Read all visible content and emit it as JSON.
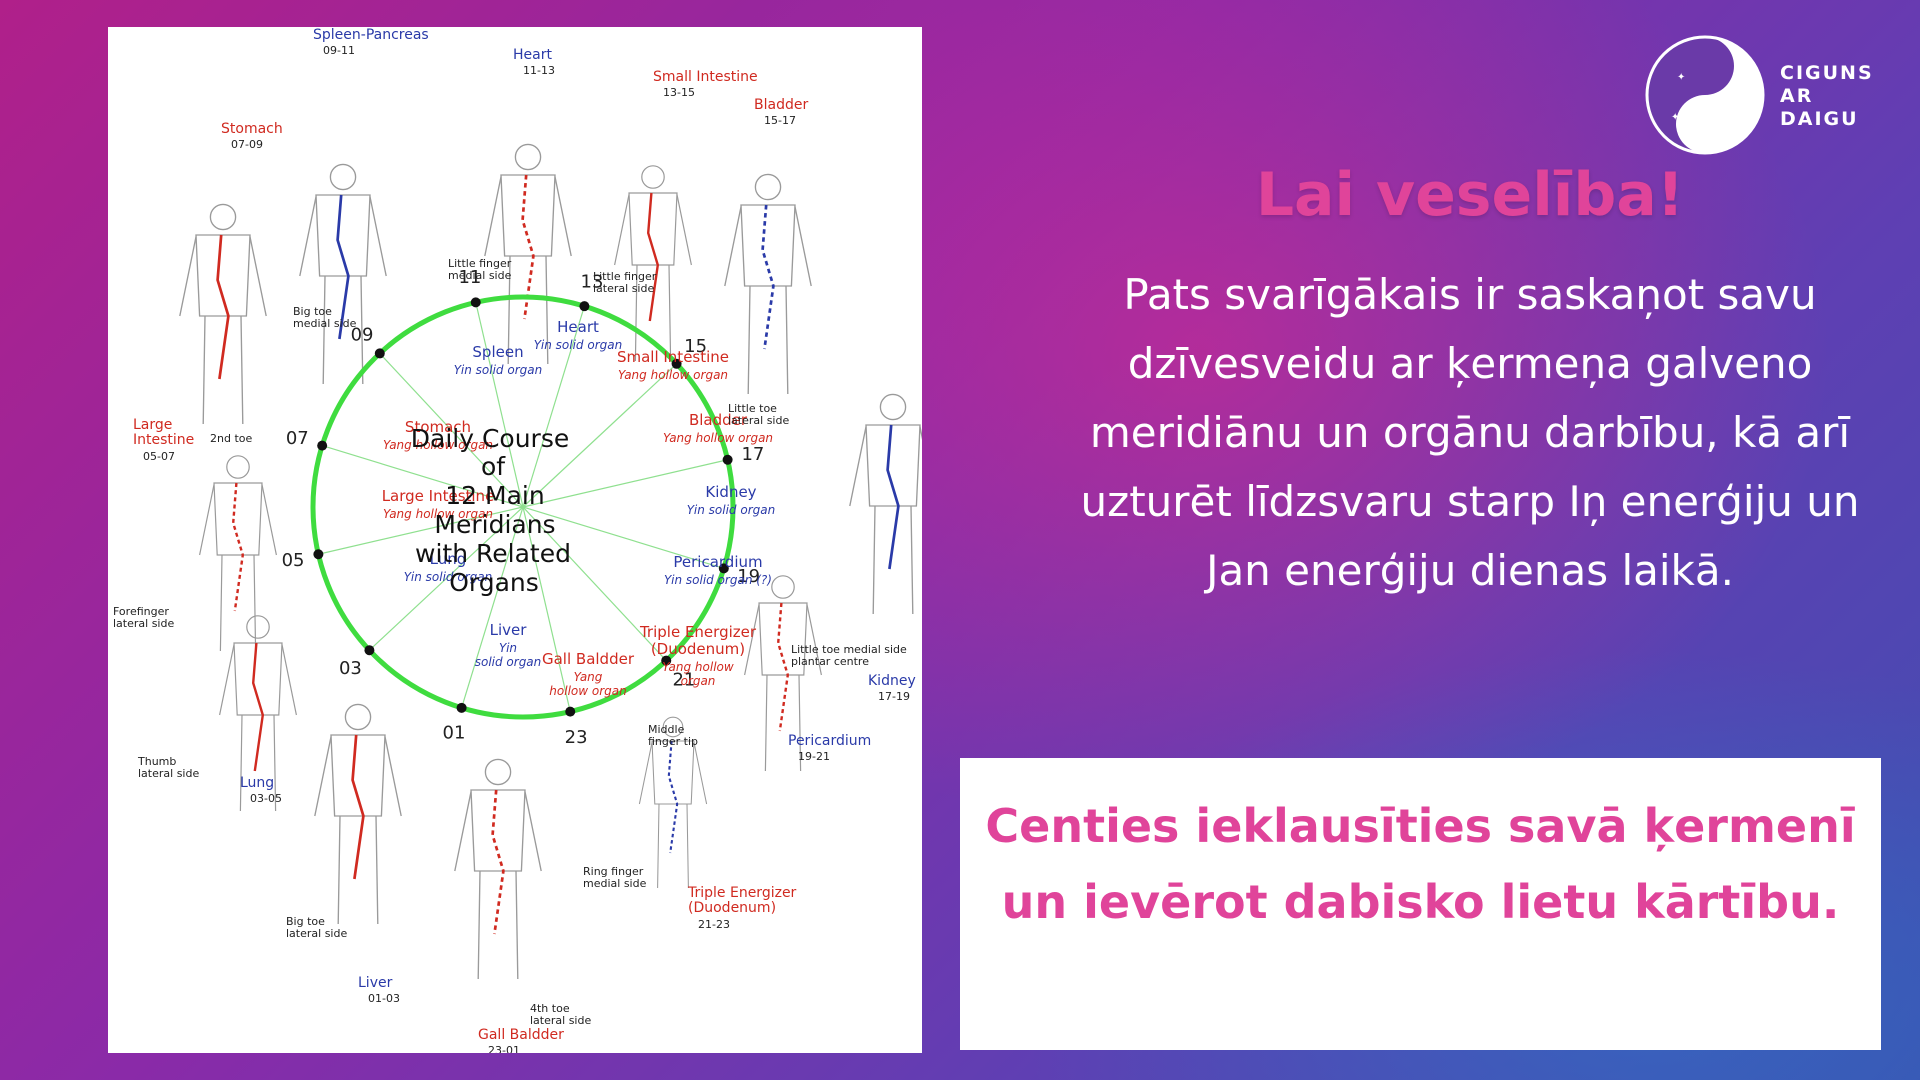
{
  "diagram": {
    "center_lines": [
      "Daily Course",
      "of",
      "12 Main",
      "Meridians",
      "with Related",
      "Organs"
    ],
    "hours": [
      "11",
      "13",
      "15",
      "17",
      "19",
      "21",
      "23",
      "01",
      "03",
      "05",
      "07",
      "09"
    ],
    "wheel_labels": [
      {
        "name": "Heart",
        "type": "Yin solid organ",
        "color": "#2a3aa8"
      },
      {
        "name": "Small Intestine",
        "type": "Yang hollow organ",
        "color": "#d02a20"
      },
      {
        "name": "Bladder",
        "type": "Yang hollow organ",
        "color": "#d02a20"
      },
      {
        "name": "Kidney",
        "type": "Yin solid organ",
        "color": "#2a3aa8"
      },
      {
        "name": "Pericardium",
        "type": "Yin solid organ (?)",
        "color": "#2a3aa8"
      },
      {
        "name": "Triple Energizer",
        "name2": "(Duodenum)",
        "type": "Yang hollow",
        "type2": "organ",
        "color": "#d02a20"
      },
      {
        "name": "Gall Baldder",
        "type": "Yang",
        "type2": "hollow organ",
        "color": "#d02a20"
      },
      {
        "name": "Liver",
        "type": "Yin",
        "type2": "solid organ",
        "color": "#2a3aa8"
      },
      {
        "name": "Lung",
        "type": "Yin solid organ",
        "color": "#2a3aa8"
      },
      {
        "name": "Large Intestine",
        "type": "Yang hollow organ",
        "color": "#d02a20"
      },
      {
        "name": "Stomach",
        "type": "Yang hollow organ",
        "color": "#d02a20"
      },
      {
        "name": "Spleen",
        "type": "Yin solid organ",
        "color": "#2a3aa8"
      }
    ],
    "outer_labels": [
      {
        "name": "Spleen-Pancreas",
        "time": "09-11",
        "color": "#2a3aa8"
      },
      {
        "name": "Heart",
        "time": "11-13",
        "color": "#2a3aa8"
      },
      {
        "name": "Small Intestine",
        "time": "13-15",
        "color": "#d02a20"
      },
      {
        "name": "Bladder",
        "time": "15-17",
        "color": "#d02a20"
      },
      {
        "name": "Stomach",
        "time": "07-09",
        "color": "#d02a20"
      },
      {
        "name": "Large",
        "name2": "Intestine",
        "time": "05-07",
        "color": "#d02a20"
      },
      {
        "name": "Kidney",
        "time": "17-19",
        "color": "#2a3aa8"
      },
      {
        "name": "Pericardium",
        "time": "19-21",
        "color": "#2a3aa8"
      },
      {
        "name": "Lung",
        "time": "03-05",
        "color": "#2a3aa8"
      },
      {
        "name": "Triple Energizer",
        "name2": "(Duodenum)",
        "time": "21-23",
        "color": "#d02a20"
      },
      {
        "name": "Liver",
        "time": "01-03",
        "color": "#2a3aa8"
      },
      {
        "name": "Gall Baldder",
        "time": "23-01",
        "color": "#d02a20"
      }
    ],
    "side_notes": [
      {
        "l1": "Little finger",
        "l2": "medial side"
      },
      {
        "l1": "Little finger",
        "l2": "lateral side"
      },
      {
        "l1": "Big toe",
        "l2": "medial side"
      },
      {
        "l1": "2nd toe",
        "l2": ""
      },
      {
        "l1": "Little toe",
        "l2": "lateral side"
      },
      {
        "l1": "Forefinger",
        "l2": "lateral side"
      },
      {
        "l1": "Little toe medial side",
        "l2": "plantar centre"
      },
      {
        "l1": "Thumb",
        "l2": "lateral side"
      },
      {
        "l1": "Middle",
        "l2": "finger tip"
      },
      {
        "l1": "Ring finger",
        "l2": "medial side"
      },
      {
        "l1": "Big toe",
        "l2": "lateral side"
      },
      {
        "l1": "4th toe",
        "l2": "lateral side"
      }
    ]
  },
  "brand": {
    "name": "CIGUNS\nAR\nDAIGU",
    "accent": "#e0449a"
  },
  "headline": "Lai veselība!",
  "body": "Pats svarīgākais ir saskaņot savu dzīvesveidu ar ķermeņa galveno meridiānu un orgānu darbību, kā arī uzturēt līdzsvaru starp Iņ enerģiju un Jan enerģiju dienas laikā.",
  "callout": "Centies ieklausīties savā ķermenī un ievērot dabisko lietu kārtību.",
  "colors": {
    "wheel": "#3fdc3f",
    "yang": "#d02a20",
    "yin": "#2a3aa8",
    "pink": "#e0449a"
  }
}
